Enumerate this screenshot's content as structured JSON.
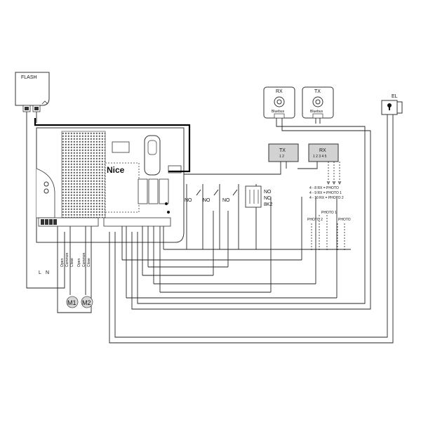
{
  "flash": {
    "label": "FLASH"
  },
  "rx_bluebus": {
    "title": "RX",
    "sub": "Bluebus"
  },
  "tx_bluebus": {
    "title": "TX",
    "sub": "Bluebus"
  },
  "el": {
    "label": "EL"
  },
  "tx_photo": {
    "title": "TX",
    "terms": "1 2"
  },
  "rx_photo": {
    "title": "RX",
    "terms": "1 2 3 4 5"
  },
  "photo_config": [
    {
      "label": "4 - 8  RX = PHOTO"
    },
    {
      "label": "4 - 9  RX = PHOTO 1"
    },
    {
      "label": "4 - 10  RX = PHOTO 2"
    }
  ],
  "photo_labels": {
    "photo1": "PHOTO 1",
    "photo2": "PHOTO 2",
    "photo": "PHOTO"
  },
  "switches": [
    "NO",
    "NO",
    "NO"
  ],
  "edge": {
    "no": "NO",
    "nc": "NC",
    "k": "8K2"
  },
  "board": {
    "brand": "Nice"
  },
  "mains": {
    "l": "L",
    "n": "N"
  },
  "motor_terms": [
    "Open",
    "Common",
    "Close"
  ],
  "motors": {
    "m1": "M1",
    "m2": "M2"
  }
}
